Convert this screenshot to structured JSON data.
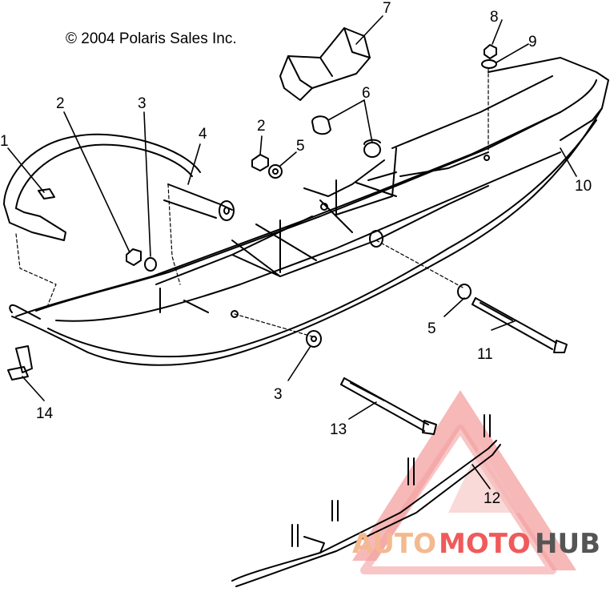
{
  "copyright": "© 2004 Polaris Sales Inc.",
  "callouts": [
    {
      "label": "1"
    },
    {
      "label": "2"
    },
    {
      "label": "3"
    },
    {
      "label": "4"
    },
    {
      "label": "2"
    },
    {
      "label": "5"
    },
    {
      "label": "6"
    },
    {
      "label": "7"
    },
    {
      "label": "8"
    },
    {
      "label": "9"
    },
    {
      "label": "10"
    },
    {
      "label": "5"
    },
    {
      "label": "11"
    },
    {
      "label": "3"
    },
    {
      "label": "13"
    },
    {
      "label": "12"
    },
    {
      "label": "14"
    }
  ],
  "watermark": {
    "part1": "AUTO",
    "part2": "MOTO",
    "part3": "HUB",
    "color_light": "#f4b98f",
    "color_accent": "#f05a5a",
    "color_dark": "#555555"
  }
}
